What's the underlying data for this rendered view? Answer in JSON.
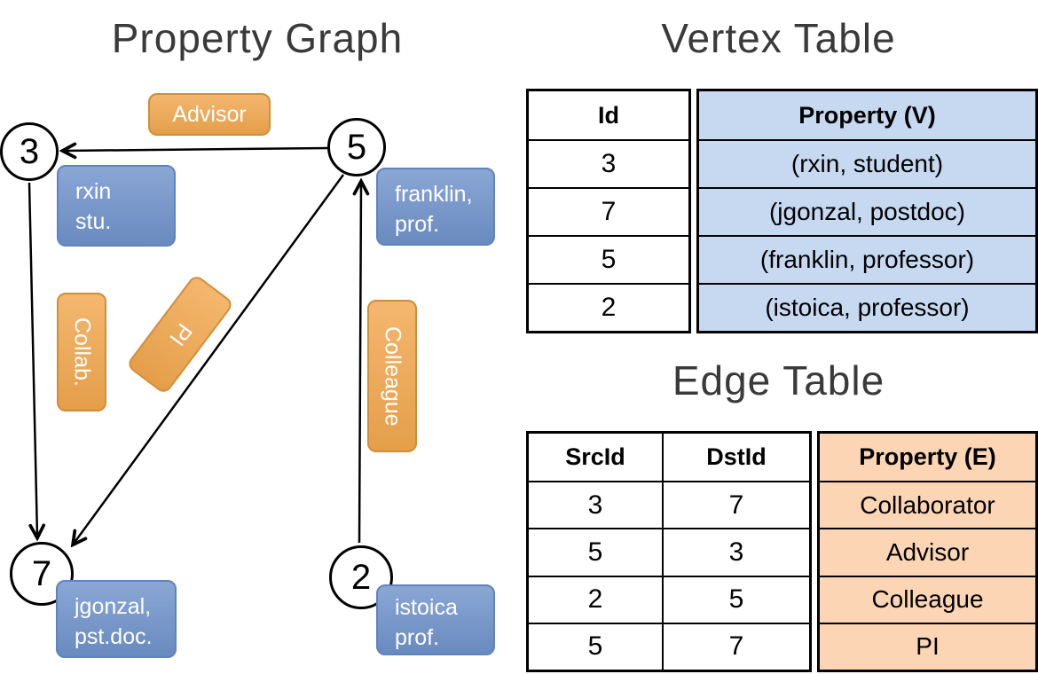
{
  "graph": {
    "title": "Property Graph",
    "nodes": [
      {
        "id": "3",
        "property": [
          "rxin",
          "stu."
        ]
      },
      {
        "id": "5",
        "property": [
          "franklin,",
          "prof."
        ]
      },
      {
        "id": "7",
        "property": [
          "jgonzal,",
          "pst.doc."
        ]
      },
      {
        "id": "2",
        "property": [
          "istoica",
          "prof."
        ]
      }
    ],
    "edge_labels": {
      "advisor": "Advisor",
      "collab": "Collab.",
      "pi": "PI",
      "colleague": "Colleague"
    }
  },
  "vertex_table": {
    "title": "Vertex Table",
    "headers": {
      "id": "Id",
      "property": "Property (V)"
    },
    "rows": [
      {
        "id": "3",
        "property": "(rxin, student)"
      },
      {
        "id": "7",
        "property": "(jgonzal, postdoc)"
      },
      {
        "id": "5",
        "property": "(franklin, professor)"
      },
      {
        "id": "2",
        "property": "(istoica, professor)"
      }
    ]
  },
  "edge_table": {
    "title": "Edge Table",
    "headers": {
      "src": "SrcId",
      "dst": "DstId",
      "property": "Property (E)"
    },
    "rows": [
      {
        "src": "3",
        "dst": "7",
        "property": "Collaborator"
      },
      {
        "src": "5",
        "dst": "3",
        "property": "Advisor"
      },
      {
        "src": "2",
        "dst": "5",
        "property": "Colleague"
      },
      {
        "src": "5",
        "dst": "7",
        "property": "PI"
      }
    ]
  },
  "colors": {
    "vertex_box": "#7093cb",
    "vertex_box_border": "#5f84bd",
    "edge_box": "#f1a74e",
    "edge_box_border": "#d18e39",
    "vertex_cell": "#c6d9f1",
    "edge_cell": "#fcd5b4",
    "title_text": "#3a3a3a"
  }
}
